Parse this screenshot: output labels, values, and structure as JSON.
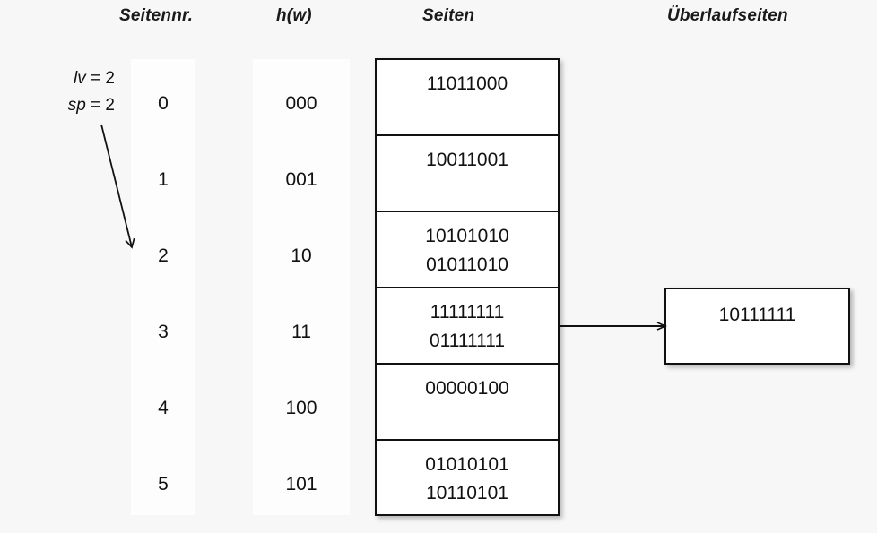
{
  "headers": {
    "seitennr": "Seitennr.",
    "hw": "h(w)",
    "seiten": "Seiten",
    "ueberlaufseiten": "Überlaufseiten"
  },
  "annotation": {
    "lv_var": "lv",
    "lv_value": " = 2",
    "sp_var": "sp",
    "sp_value": " = 2"
  },
  "rows": [
    {
      "seitennr": "0",
      "hw": "000",
      "lines": [
        "11011000"
      ]
    },
    {
      "seitennr": "1",
      "hw": "001",
      "lines": [
        "10011001"
      ]
    },
    {
      "seitennr": "2",
      "hw": "10",
      "lines": [
        "10101010",
        "01011010"
      ]
    },
    {
      "seitennr": "3",
      "hw": "11",
      "lines": [
        "11111111",
        "01111111"
      ]
    },
    {
      "seitennr": "4",
      "hw": "100",
      "lines": [
        "00000100"
      ]
    },
    {
      "seitennr": "5",
      "hw": "101",
      "lines": [
        "01010101",
        "10110101"
      ]
    }
  ],
  "overflow": {
    "value": "10111111"
  },
  "colors": {
    "background": "#f7f7f7",
    "column_fill": "#fdfdfd",
    "box_fill": "#ffffff",
    "stroke": "#111111",
    "text": "#111111"
  }
}
